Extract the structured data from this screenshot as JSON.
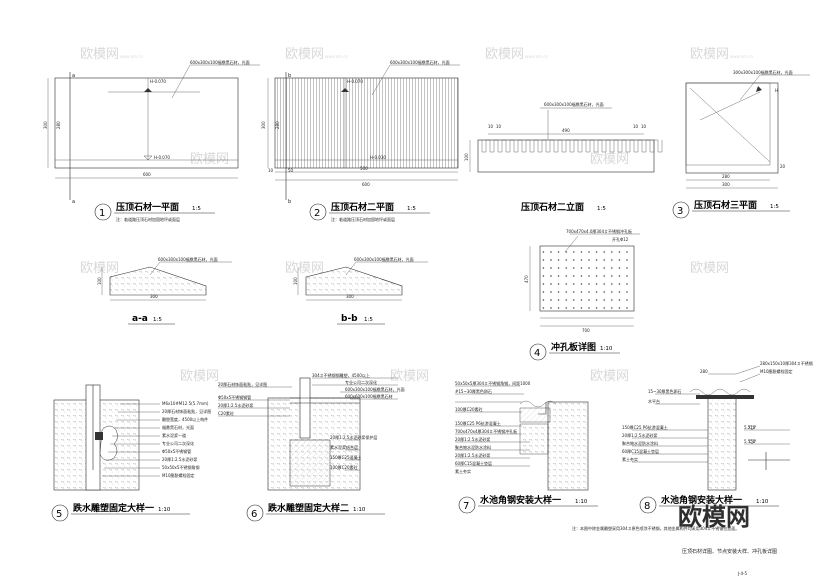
{
  "sheet": {
    "footer_title": "压顶石材详图、节点安装大样、冲孔板详图",
    "sheet_number": "J-4-5",
    "note": "注：本图中除金属雕塑采用304＃原色喷涂不锈钢，其他金属构件均采用304＃不锈钢拉丝面。"
  },
  "watermark": {
    "text": "欧模网",
    "url": "www.om.cn"
  },
  "details": [
    {
      "num": "1",
      "title": "压顶石材一平面",
      "scale": "1:5",
      "note": "注：临道路压顶石材加固地坪或面层",
      "callout": "600x300x100福鼎黑石材，光面",
      "h_label": "H-0.070",
      "section_mark": "a",
      "dims": [
        "600",
        "300",
        "280"
      ]
    },
    {
      "num": "2",
      "title": "压顶石材二平面",
      "scale": "1:5",
      "note": "注：临道路压顶石材加固地坪或面层",
      "callout": "600x300x100福鼎黑石材，光面",
      "h_label": "H-0.070",
      "h_label2": "H-0.030",
      "section_mark": "b",
      "dims": [
        "600",
        "500",
        "300",
        "280",
        "10",
        "50"
      ]
    },
    {
      "num": "",
      "title": "压顶石材二立面",
      "scale": "1:5",
      "callout": "600x300x100福鼎黑石材，光面",
      "dims": [
        "490",
        "10",
        "10",
        "10",
        "10",
        "60",
        "100"
      ]
    },
    {
      "num": "3",
      "title": "压顶石材三平面",
      "scale": "1:5",
      "callout": "300x300x100福鼎黑石材，光面",
      "h_label": "H",
      "dims": [
        "280",
        "300",
        "20"
      ]
    },
    {
      "num": "",
      "title": "a-a",
      "scale": "1:5",
      "callout": "600x300x100福鼎黑石材，光面",
      "dims": [
        "300",
        "100"
      ]
    },
    {
      "num": "",
      "title": "b-b",
      "scale": "1:5",
      "callout": "600x300x100福鼎黑石材，光面",
      "dims": [
        "300",
        "100"
      ]
    },
    {
      "num": "4",
      "title": "冲孔板详图",
      "scale": "1:10",
      "callout": "700x470x4.0厚304＃不锈钢冲孔板",
      "callout2": "开孔Φ12",
      "dims": [
        "700",
        "470"
      ]
    },
    {
      "num": "5",
      "title": "跌水雕塑固定大样一",
      "scale": "1:10",
      "labels": [
        "M6x10#M12.5(5.7mm)",
        "20厚石材饰面粘贴，见详图",
        "雕塑宽度，4500以上构件",
        "福鼎黑石材，光面",
        "素水泥浆一道",
        "专业公司二次深化",
        "Φ50x5不锈钢管",
        "20厚1:2.5水泥砂浆",
        "50x50x5不锈钢角钢",
        "M10膨胀螺栓固定"
      ]
    },
    {
      "num": "6",
      "title": "跌水雕塑固定大样二",
      "scale": "1:10",
      "labels": [
        "20厚石材饰面粘贴，见详图",
        "Φ50x5不锈钢钢管",
        "20厚1:2.5水泥砂浆",
        "C20素砼",
        "304＃不锈钢钢雕塑，4500以上",
        "专业公司二次深化",
        "600x300x100福鼎黑石材，光面",
        "600x600x100福鼎黑石材",
        "20厚1:2.5水泥砂浆保护层",
        "素水泥浆结合层",
        "150厚C25混凝土",
        "100厚C20素砼"
      ]
    },
    {
      "num": "7",
      "title": "水池角钢安装大样一",
      "scale": "1:10",
      "labels": [
        "50x50x5厚304＃不锈钢角钢，间距1000",
        "#15~30厚黑色卵石",
        "100厚C20素砼",
        "150厚C25 P6抗渗混凝土",
        "700x470x4厚304＃不锈钢冲孔板",
        "20厚1:2.5水泥砂浆",
        "聚合物水泥防水涂料",
        "20厚1:2.5水泥砂浆",
        "60厚C15混凝土垫层",
        "素土夯实"
      ]
    },
    {
      "num": "8",
      "title": "水池角钢安装大样一",
      "scale": "1:10",
      "labels": [
        "280x150x10厚304＃不锈钢",
        "M10膨胀螺栓固定",
        "15~30厚黑色卵石",
        "木平台",
        "150厚C25 P6抗渗混凝土",
        "20厚1:2.5水泥砂浆",
        "聚合物水泥防水涂料",
        "60厚C15混凝土垫层",
        "素土夯实"
      ],
      "dims": [
        "5.150",
        "5.210",
        "280"
      ]
    }
  ]
}
